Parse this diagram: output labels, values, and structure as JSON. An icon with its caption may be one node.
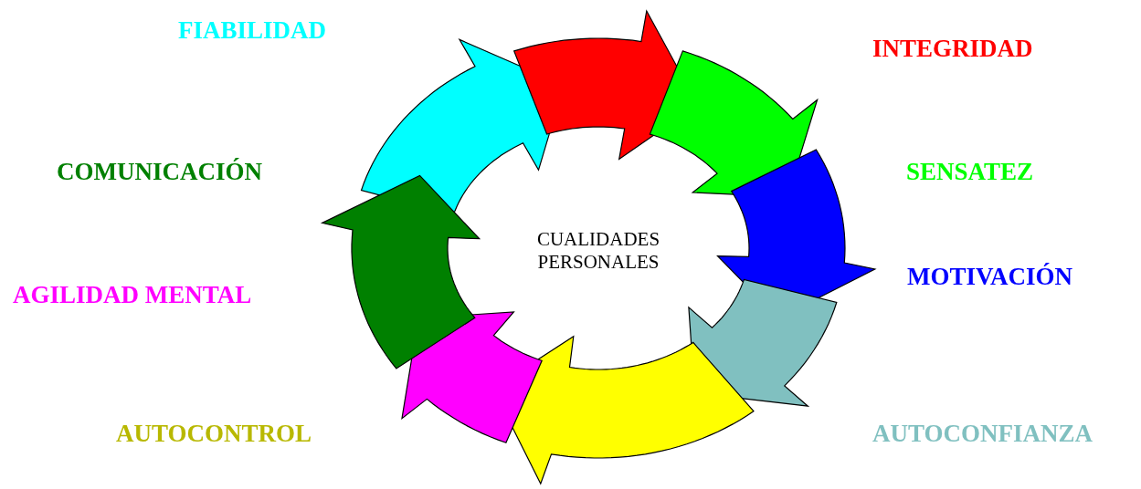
{
  "diagram": {
    "nodes": [
      {
        "text": [
          "CUALIDADES PERSONALES"
        ]
      }
    ],
    "legend": [
      {
        "text": "FIABILIDAD",
        "color": "#00ffff"
      },
      {
        "text": "INTEGRIDAD",
        "color": "#ff0000"
      },
      {
        "text": "COMUNICACIÓN",
        "color": "#008000"
      },
      {
        "text": "SENSATEZ",
        "color": "#00ff00"
      },
      {
        "text": "MOTIVACIÓN",
        "color": "#0000ff"
      },
      {
        "text": "AGILIDAD MENTAL",
        "color": "#ff00ff"
      },
      {
        "text": "AUTOCONTROL",
        "color": "#ffff00"
      },
      {
        "text": "AUTOCONFIANZA",
        "color": "#80c0c0"
      }
    ]
  }
}
